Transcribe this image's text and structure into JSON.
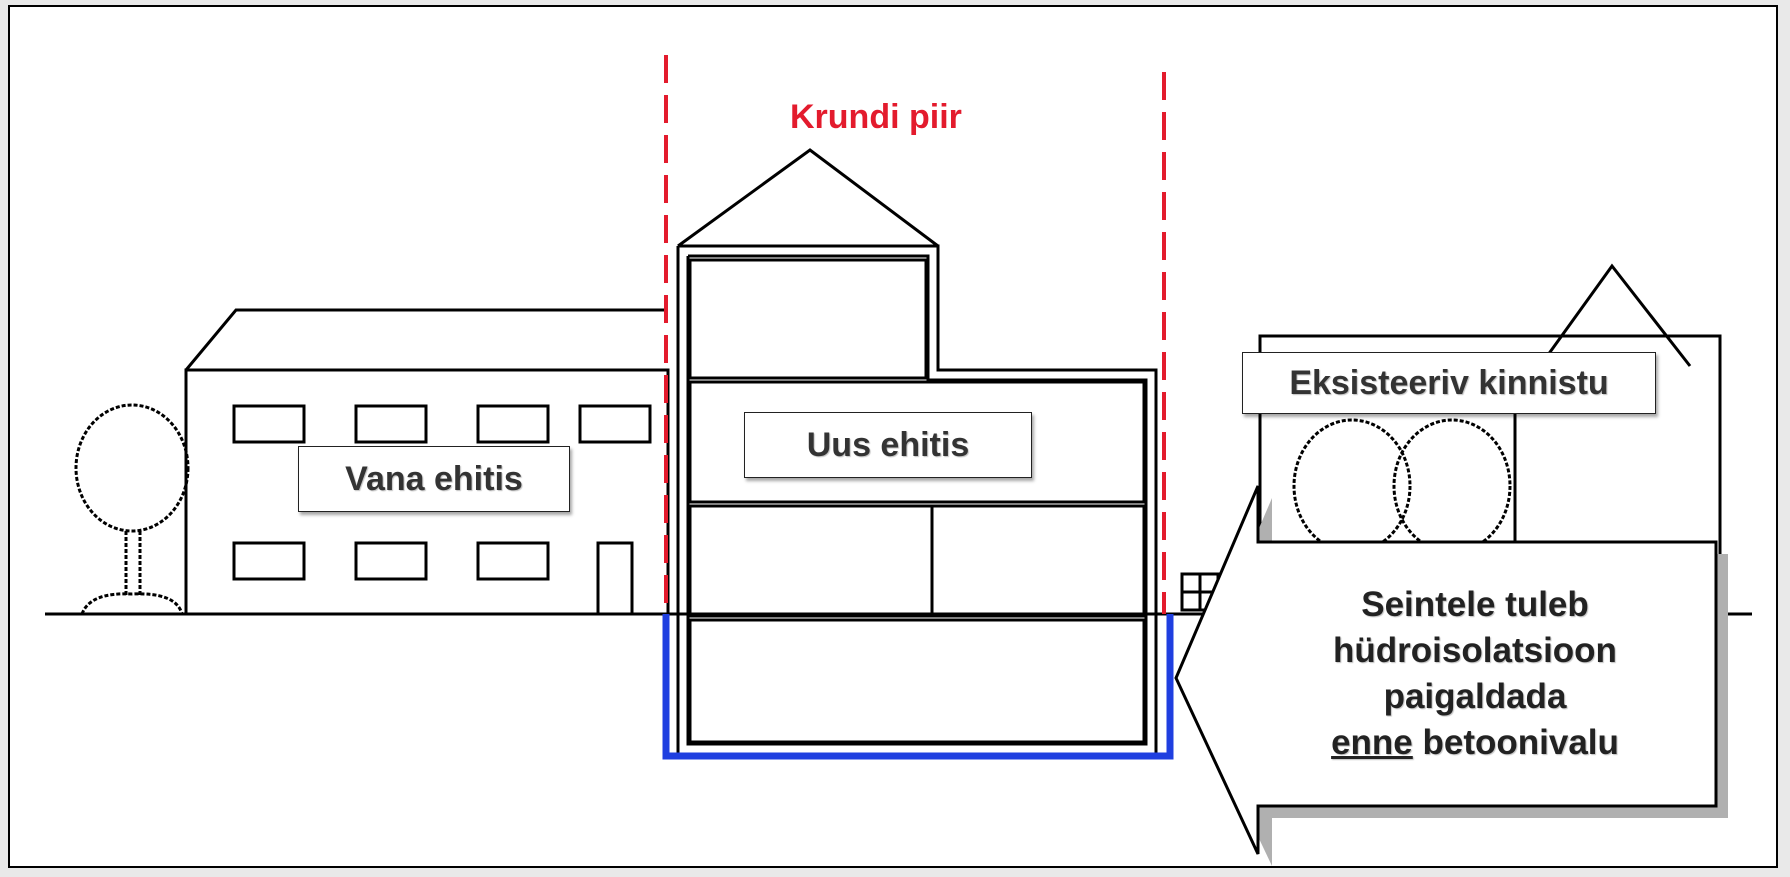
{
  "labels": {
    "boundary": "Krundi piir",
    "old_building": "Vana ehitis",
    "new_building": "Uus ehitis",
    "existing_property": "Eksisteeriv kinnistu"
  },
  "callout": {
    "line1": "Seintele tuleb",
    "line2": "hüdroisolatsioon",
    "line3": "paigaldada",
    "line4_underlined": "enne",
    "line4_rest": " betoonivalu"
  },
  "colors": {
    "boundary_line": "#e31b2d",
    "waterproofing": "#1f3fe0",
    "outline": "#000000"
  }
}
